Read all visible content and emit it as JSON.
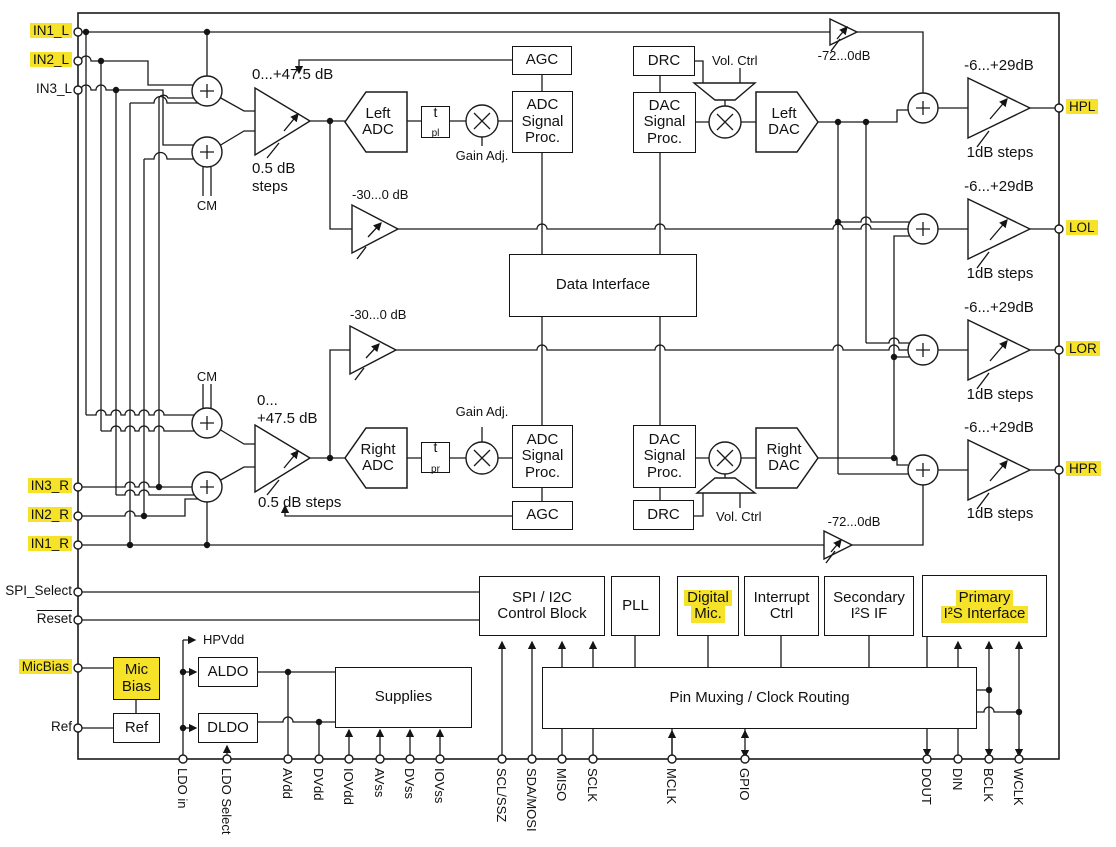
{
  "pins": {
    "left": [
      {
        "label": "IN1_L",
        "hl": true
      },
      {
        "label": "IN2_L",
        "hl": true
      },
      {
        "label": "IN3_L",
        "hl": false
      },
      {
        "label": "IN3_R",
        "hl": true
      },
      {
        "label": "IN2_R",
        "hl": true
      },
      {
        "label": "IN1_R",
        "hl": true
      },
      {
        "label": "SPI_Select",
        "hl": false
      },
      {
        "label": "Reset",
        "hl": false,
        "overline": true
      },
      {
        "label": "MicBias",
        "hl": true
      },
      {
        "label": "Ref",
        "hl": false
      }
    ],
    "right": [
      {
        "label": "HPL",
        "hl": true
      },
      {
        "label": "LOL",
        "hl": true
      },
      {
        "label": "LOR",
        "hl": true
      },
      {
        "label": "HPR",
        "hl": true
      }
    ],
    "bottom": [
      {
        "label": "LDO in"
      },
      {
        "label": "LDO Select"
      },
      {
        "label": "AVdd"
      },
      {
        "label": "DVdd"
      },
      {
        "label": "IOVdd"
      },
      {
        "label": "AVss"
      },
      {
        "label": "DVss"
      },
      {
        "label": "IOVss"
      },
      {
        "label": "SCL/SSZ"
      },
      {
        "label": "SDA/MOSI"
      },
      {
        "label": "MISO"
      },
      {
        "label": "SCLK"
      },
      {
        "label": "MCLK"
      },
      {
        "label": "GPIO"
      },
      {
        "label": "DOUT"
      },
      {
        "label": "DIN"
      },
      {
        "label": "BCLK"
      },
      {
        "label": "WCLK"
      }
    ]
  },
  "blocks": {
    "agc": "AGC",
    "drc": "DRC",
    "adc_sp": [
      "ADC",
      "Signal",
      "Proc."
    ],
    "dac_sp": [
      "DAC",
      "Signal",
      "Proc."
    ],
    "left_adc": [
      "Left",
      "ADC"
    ],
    "right_adc": [
      "Right",
      "ADC"
    ],
    "left_dac": [
      "Left",
      "DAC"
    ],
    "right_dac": [
      "Right",
      "DAC"
    ],
    "data_interface": "Data Interface",
    "tp_l": {
      "base": "t",
      "sub": "pl"
    },
    "tp_r": {
      "base": "t",
      "sub": "pr"
    },
    "spi": [
      "SPI / I2C",
      "Control Block"
    ],
    "pll": "PLL",
    "dig_mic": [
      "Digital",
      "Mic."
    ],
    "int_ctrl": [
      "Interrupt",
      "Ctrl"
    ],
    "sec_i2s": [
      "Secondary",
      "I²S IF"
    ],
    "pri_i2s": [
      "Primary",
      "I²S Interface"
    ],
    "mic_bias": [
      "Mic",
      "Bias"
    ],
    "ref": "Ref",
    "aldo": "ALDO",
    "dldo": "DLDO",
    "supplies": "Supplies",
    "pin_mux": "Pin Muxing / Clock Routing"
  },
  "annotations": {
    "gain_top": "0...+47.5 dB",
    "steps_top1": "0.5 dB",
    "steps_top2": "steps",
    "gain_bot1": "0...",
    "gain_bot2": "+47.5 dB",
    "steps_bot": "0.5 dB steps",
    "m30": "-30...0 dB",
    "m72": "-72...0dB",
    "gain_adj": "Gain Adj.",
    "vol_ctrl": "Vol. Ctrl",
    "out_gain": "-6...+29dB",
    "out_steps": "1dB steps",
    "cm": "CM",
    "hpvdd": "HPVdd"
  },
  "colors": {
    "highlight": "#F6E229",
    "line": "#1a1a1a"
  }
}
